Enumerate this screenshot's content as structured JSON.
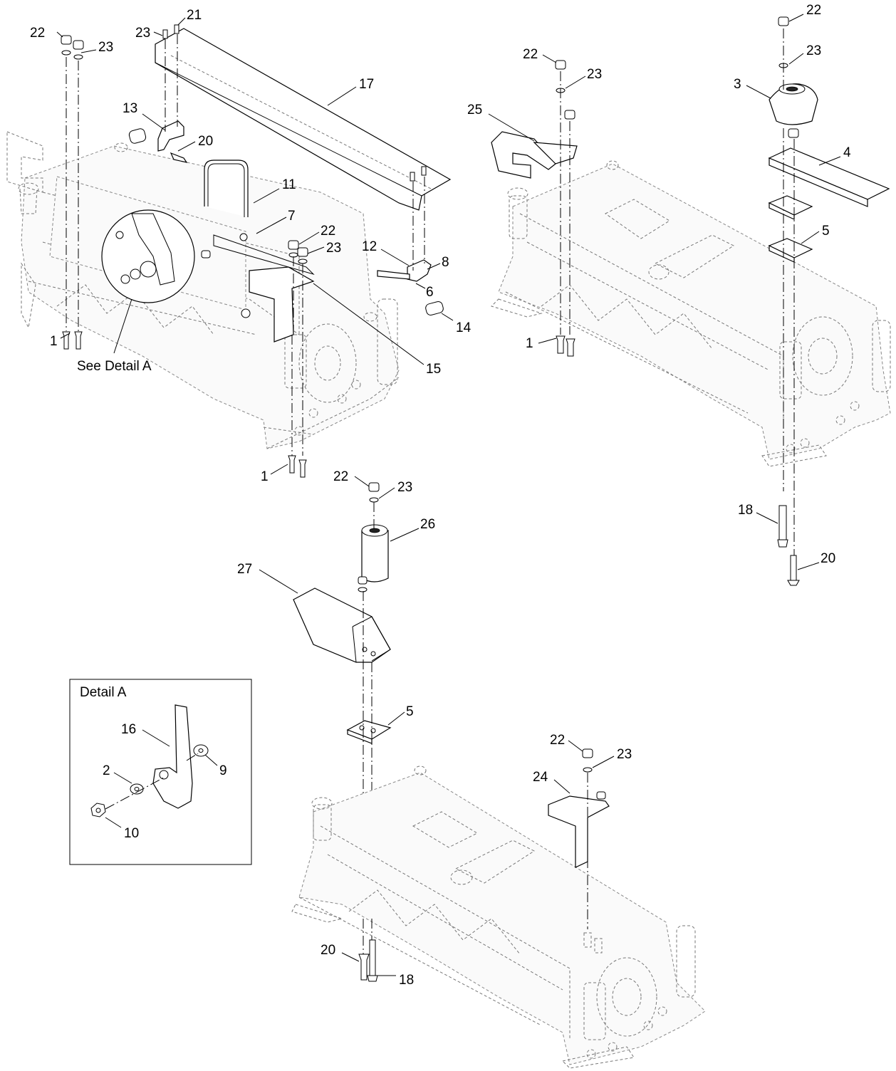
{
  "diagram": {
    "detail_box_title": "Detail A",
    "see_detail_text": "See Detail A",
    "callouts": [
      {
        "id": "c-tl-22",
        "text": "22"
      },
      {
        "id": "c-tl-23a",
        "text": "23"
      },
      {
        "id": "c-tl-23b",
        "text": "23"
      },
      {
        "id": "c-tl-21",
        "text": "21"
      },
      {
        "id": "c-tl-17",
        "text": "17"
      },
      {
        "id": "c-tl-13",
        "text": "13"
      },
      {
        "id": "c-tl-20",
        "text": "20"
      },
      {
        "id": "c-tl-11",
        "text": "11"
      },
      {
        "id": "c-tl-7",
        "text": "7"
      },
      {
        "id": "c-tl-22b",
        "text": "22"
      },
      {
        "id": "c-tl-23c",
        "text": "23"
      },
      {
        "id": "c-tl-12",
        "text": "12"
      },
      {
        "id": "c-tl-8",
        "text": "8"
      },
      {
        "id": "c-tl-6",
        "text": "6"
      },
      {
        "id": "c-tl-14",
        "text": "14"
      },
      {
        "id": "c-tl-15",
        "text": "15"
      },
      {
        "id": "c-tl-1a",
        "text": "1"
      },
      {
        "id": "c-tl-1b",
        "text": "1"
      },
      {
        "id": "c-tr-22a",
        "text": "22"
      },
      {
        "id": "c-tr-23a",
        "text": "23"
      },
      {
        "id": "c-tr-3",
        "text": "3"
      },
      {
        "id": "c-tr-22b",
        "text": "22"
      },
      {
        "id": "c-tr-23b",
        "text": "23"
      },
      {
        "id": "c-tr-25",
        "text": "25"
      },
      {
        "id": "c-tr-4",
        "text": "4"
      },
      {
        "id": "c-tr-5",
        "text": "5"
      },
      {
        "id": "c-tr-1",
        "text": "1"
      },
      {
        "id": "c-tr-18",
        "text": "18"
      },
      {
        "id": "c-tr-20",
        "text": "20"
      },
      {
        "id": "c-m-22",
        "text": "22"
      },
      {
        "id": "c-m-23",
        "text": "23"
      },
      {
        "id": "c-m-26",
        "text": "26"
      },
      {
        "id": "c-m-27",
        "text": "27"
      },
      {
        "id": "c-m-5",
        "text": "5"
      },
      {
        "id": "c-b-22",
        "text": "22"
      },
      {
        "id": "c-b-23",
        "text": "23"
      },
      {
        "id": "c-b-24",
        "text": "24"
      },
      {
        "id": "c-b-20",
        "text": "20"
      },
      {
        "id": "c-b-18",
        "text": "18"
      },
      {
        "id": "c-d-16",
        "text": "16"
      },
      {
        "id": "c-d-2",
        "text": "2"
      },
      {
        "id": "c-d-9",
        "text": "9"
      },
      {
        "id": "c-d-10",
        "text": "10"
      }
    ]
  }
}
